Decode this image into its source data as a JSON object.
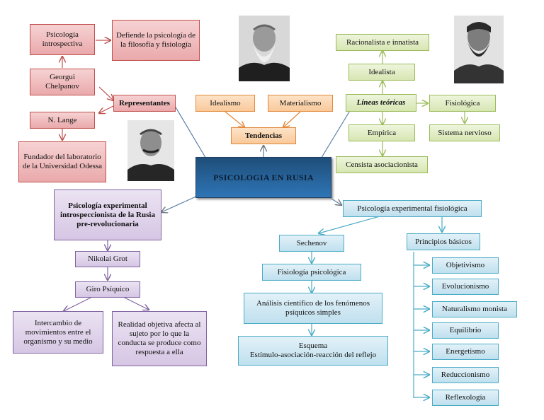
{
  "center": "PSICOLOGIA EN RUSIA",
  "tendencias": {
    "label": "Tendencias",
    "items": [
      "Idealismo",
      "Materialismo"
    ]
  },
  "representantes": {
    "label": "Representantes",
    "chelpanov": "Georgui Chelpanov",
    "introspectiva": "Psicología introspectiva",
    "defiende": "Defiende la psicología de la filosofía y fisiología",
    "lange": "N. Lange",
    "fundador": "Fundador del laboratorio de la Universidad Odessa"
  },
  "lineas": {
    "label": "Líneas teóricas",
    "racionalista": "Racionalista e innatista",
    "idealista": "Idealista",
    "empirica": "Empírica",
    "censista": "Censista asociacionista",
    "fisiologica": "Fisiológica",
    "sistema": "Sistema nervioso"
  },
  "experimental_intro": {
    "label": "Psicología experimental introspeccionista de la Rusia pre-revolucionaria",
    "grot": "Nikolai Grot",
    "giro": "Giro Psíquico",
    "intercambio": "Intercambio de movimientos entre el organismo y su medio",
    "realidad": "Realidad objetiva afecta al sujeto por lo que la conducta se produce como respuesta a ella"
  },
  "experimental_fisio": {
    "label": "Psicología experimental fisiológica",
    "sechenov": "Sechenov",
    "fisiologia": "Fisiología psicológica",
    "analisis": "Análisis científico de los fenómenos psíquicos simples",
    "esquema_title": "Esquema",
    "esquema_text": "Estímulo-asociación-reacción del reflejo",
    "principios": "Principios básicos",
    "items": [
      "Objetivismo",
      "Evolucionismo",
      "Naturalismo monista",
      "Equilibrio",
      "Energetismo",
      "Reduccionismo",
      "Reflexología"
    ]
  },
  "colors": {
    "red": "#c0504d",
    "orange": "#e3883a",
    "green": "#9bbb59",
    "purple": "#8064a2",
    "blue": "#4bacc6",
    "main": "#1f4e79"
  },
  "photos": [
    "portrait-bearded-elder",
    "portrait-bearded-man",
    "portrait-mustached-man"
  ]
}
